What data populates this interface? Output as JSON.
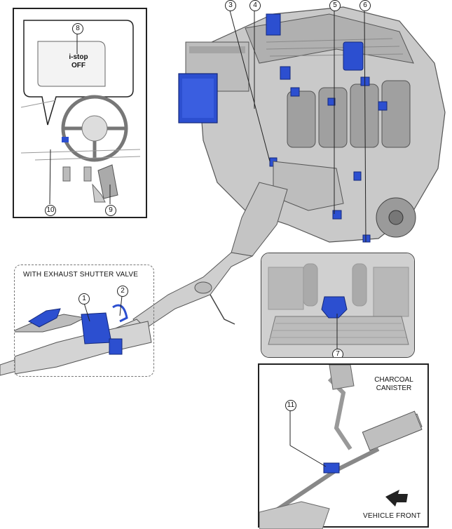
{
  "callouts": [
    "1",
    "2",
    "3",
    "4",
    "5",
    "6",
    "7",
    "8",
    "9",
    "10",
    "11"
  ],
  "labels": {
    "istop_line1": "i-stop",
    "istop_line2": "OFF",
    "exhaust_shutter": "WITH EXHAUST SHUTTER VALVE",
    "charcoal_line1": "CHARCOAL",
    "charcoal_line2": "CANISTER",
    "vehicle_front": "VEHICLE FRONT"
  },
  "colors": {
    "highlight": "#2c4fd0",
    "metal_light": "#d6d6d6",
    "metal_mid": "#a9a9a9",
    "metal_dark": "#6e6e6e",
    "line": "#222222"
  }
}
